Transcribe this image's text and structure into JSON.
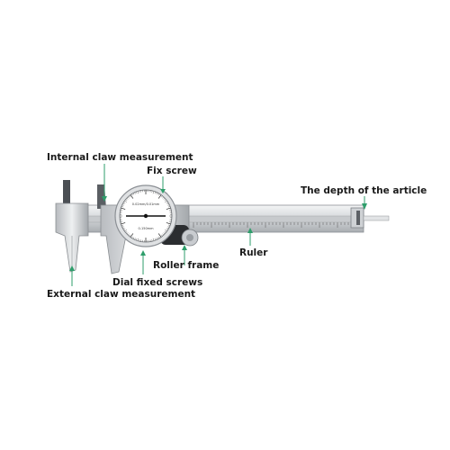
{
  "diagram": {
    "subject": "dial caliper",
    "dial_face_text_top": "0.02mm/0.01mm",
    "dial_face_text_bottom": "0-150mm",
    "accent_color": "#2e9e6b",
    "labels": {
      "internal_claw": "Internal claw measurement",
      "fix_screw": "Fix screw",
      "depth": "The depth of the article",
      "roller_frame": "Roller frame",
      "ruler": "Ruler",
      "dial_screws": "Dial fixed screws",
      "external_claw": "External claw measurement"
    }
  }
}
